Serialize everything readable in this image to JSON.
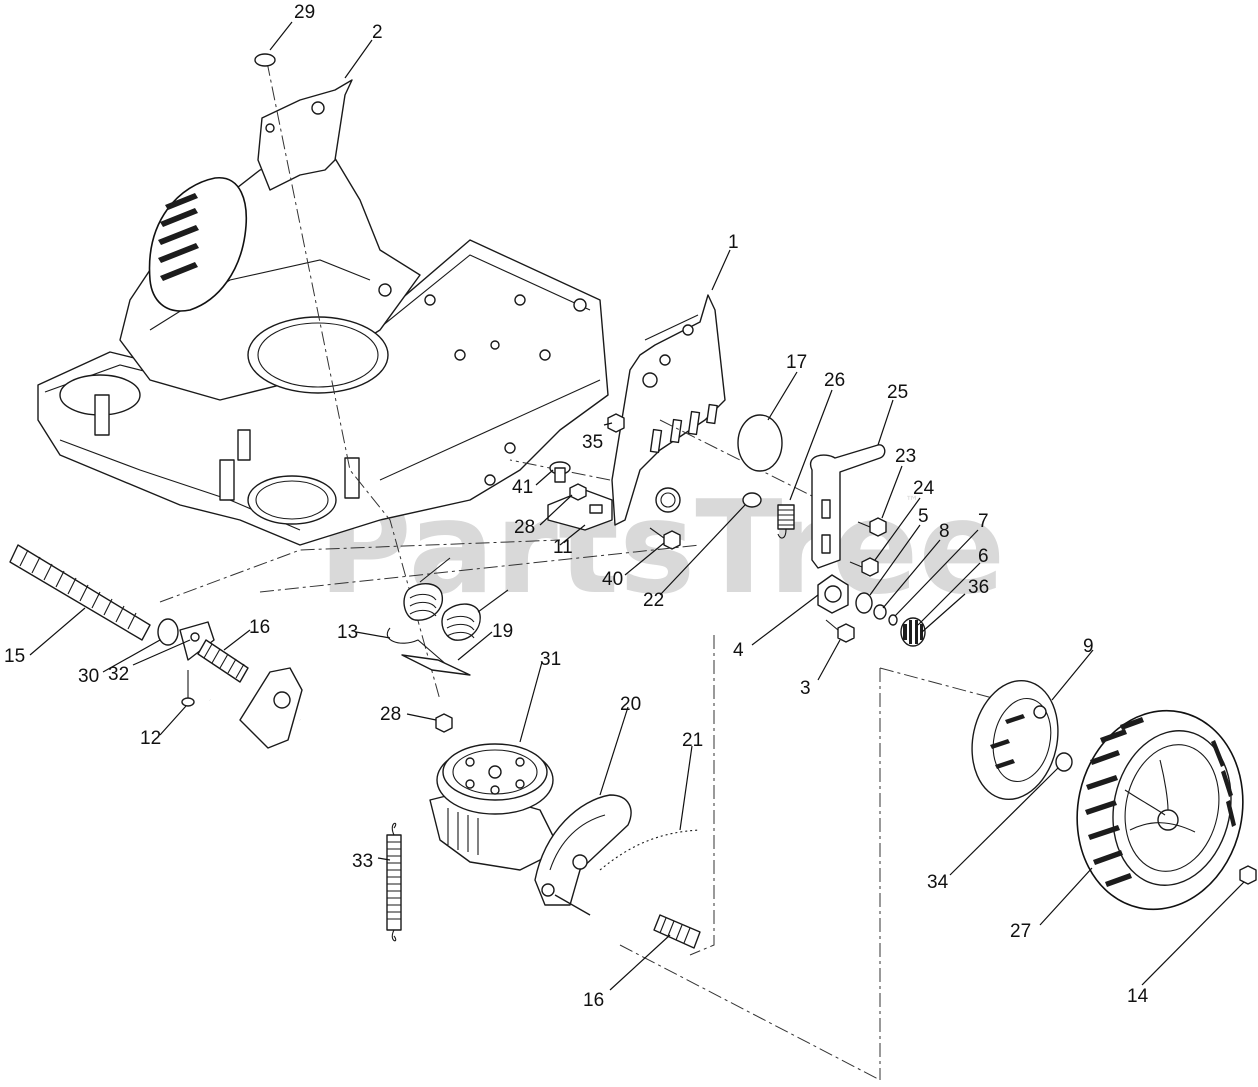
{
  "watermark": {
    "text": "PartsTree",
    "trademark": "™"
  },
  "callouts": [
    "29",
    "2",
    "1",
    "17",
    "26",
    "25",
    "23",
    "24",
    "5",
    "8",
    "7",
    "6",
    "36",
    "35",
    "41",
    "28",
    "11",
    "40",
    "22",
    "4",
    "3",
    "15",
    "30",
    "32",
    "16",
    "13",
    "19",
    "12",
    "28",
    "31",
    "20",
    "21",
    "9",
    "34",
    "27",
    "14",
    "33",
    "16"
  ]
}
